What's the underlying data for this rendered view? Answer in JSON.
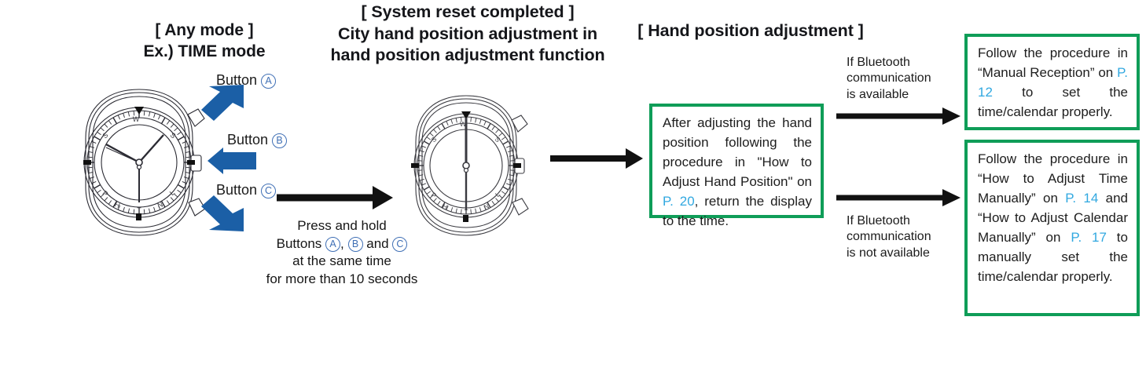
{
  "headings": {
    "left": "[ Any mode ]\nEx.) TIME mode",
    "left_line1": "[ Any mode ]",
    "left_line2": "Ex.) TIME mode",
    "middle_line1": "[ System reset completed ]",
    "middle_line2": "City hand position adjustment in",
    "middle_line3": "hand position adjustment function",
    "right": "[ Hand position adjustment ]"
  },
  "button_callouts": [
    {
      "name": "button-a",
      "prefix": "Button",
      "circle": "A"
    },
    {
      "name": "button-b",
      "prefix": "Button",
      "circle": "B"
    },
    {
      "name": "button-c",
      "prefix": "Button",
      "circle": "C"
    }
  ],
  "press_hold": {
    "line1": "Press and hold",
    "line2_pre": "Buttons",
    "line2_a": "A",
    "line2_sep1": ",",
    "line2_b": "B",
    "line2_sep2": "and",
    "line2_c": "C",
    "line3": "at the same time",
    "line4": "for more than 10 seconds"
  },
  "branch_labels": {
    "available_l1": "If Bluetooth",
    "available_l2": "communication",
    "available_l3": "is available",
    "not_available_l1": "If Bluetooth",
    "not_available_l2": "communication",
    "not_available_l3": "is not available"
  },
  "boxes": {
    "middle": {
      "seg1": "After adjusting the hand position following the procedure in \"How to Adjust Hand Position\" on ",
      "ref1": "P. 20",
      "seg2": ", return the display to the time."
    },
    "top_right": {
      "seg1": "Follow the procedure in “Manual Reception” on ",
      "ref1": "P. 12",
      "seg2": " to set the time/calendar properly."
    },
    "bottom_right": {
      "seg1": "Follow the procedure in “How to Adjust Time Manually” on ",
      "ref1": "P. 14",
      "seg2": " and  “How to Adjust Calendar Manually” on ",
      "ref2": "P. 17",
      "seg3": " to manually set the time/calendar properly."
    }
  },
  "watch_left": {
    "label": "watch-time-mode",
    "dial_letters": [
      "W",
      "S",
      "S",
      "P",
      "H",
      "T",
      "N",
      "L"
    ],
    "hands": "hour-minute-second hands at time position"
  },
  "watch_middle": {
    "label": "watch-city-hand-reset",
    "dial_letters": [
      "W",
      "S",
      "S",
      "P",
      "H",
      "T",
      "N",
      "L"
    ],
    "hands": "hands aligned at 12 o'clock / 6 o'clock"
  },
  "colors": {
    "green_border": "#0f9d58",
    "page_ref_blue": "#31a8e0",
    "button_blue": "#3f6fb5",
    "arrow_blue": "#1b5fa6",
    "flow_arrow_black": "#111111",
    "text": "#1b1b1b"
  }
}
